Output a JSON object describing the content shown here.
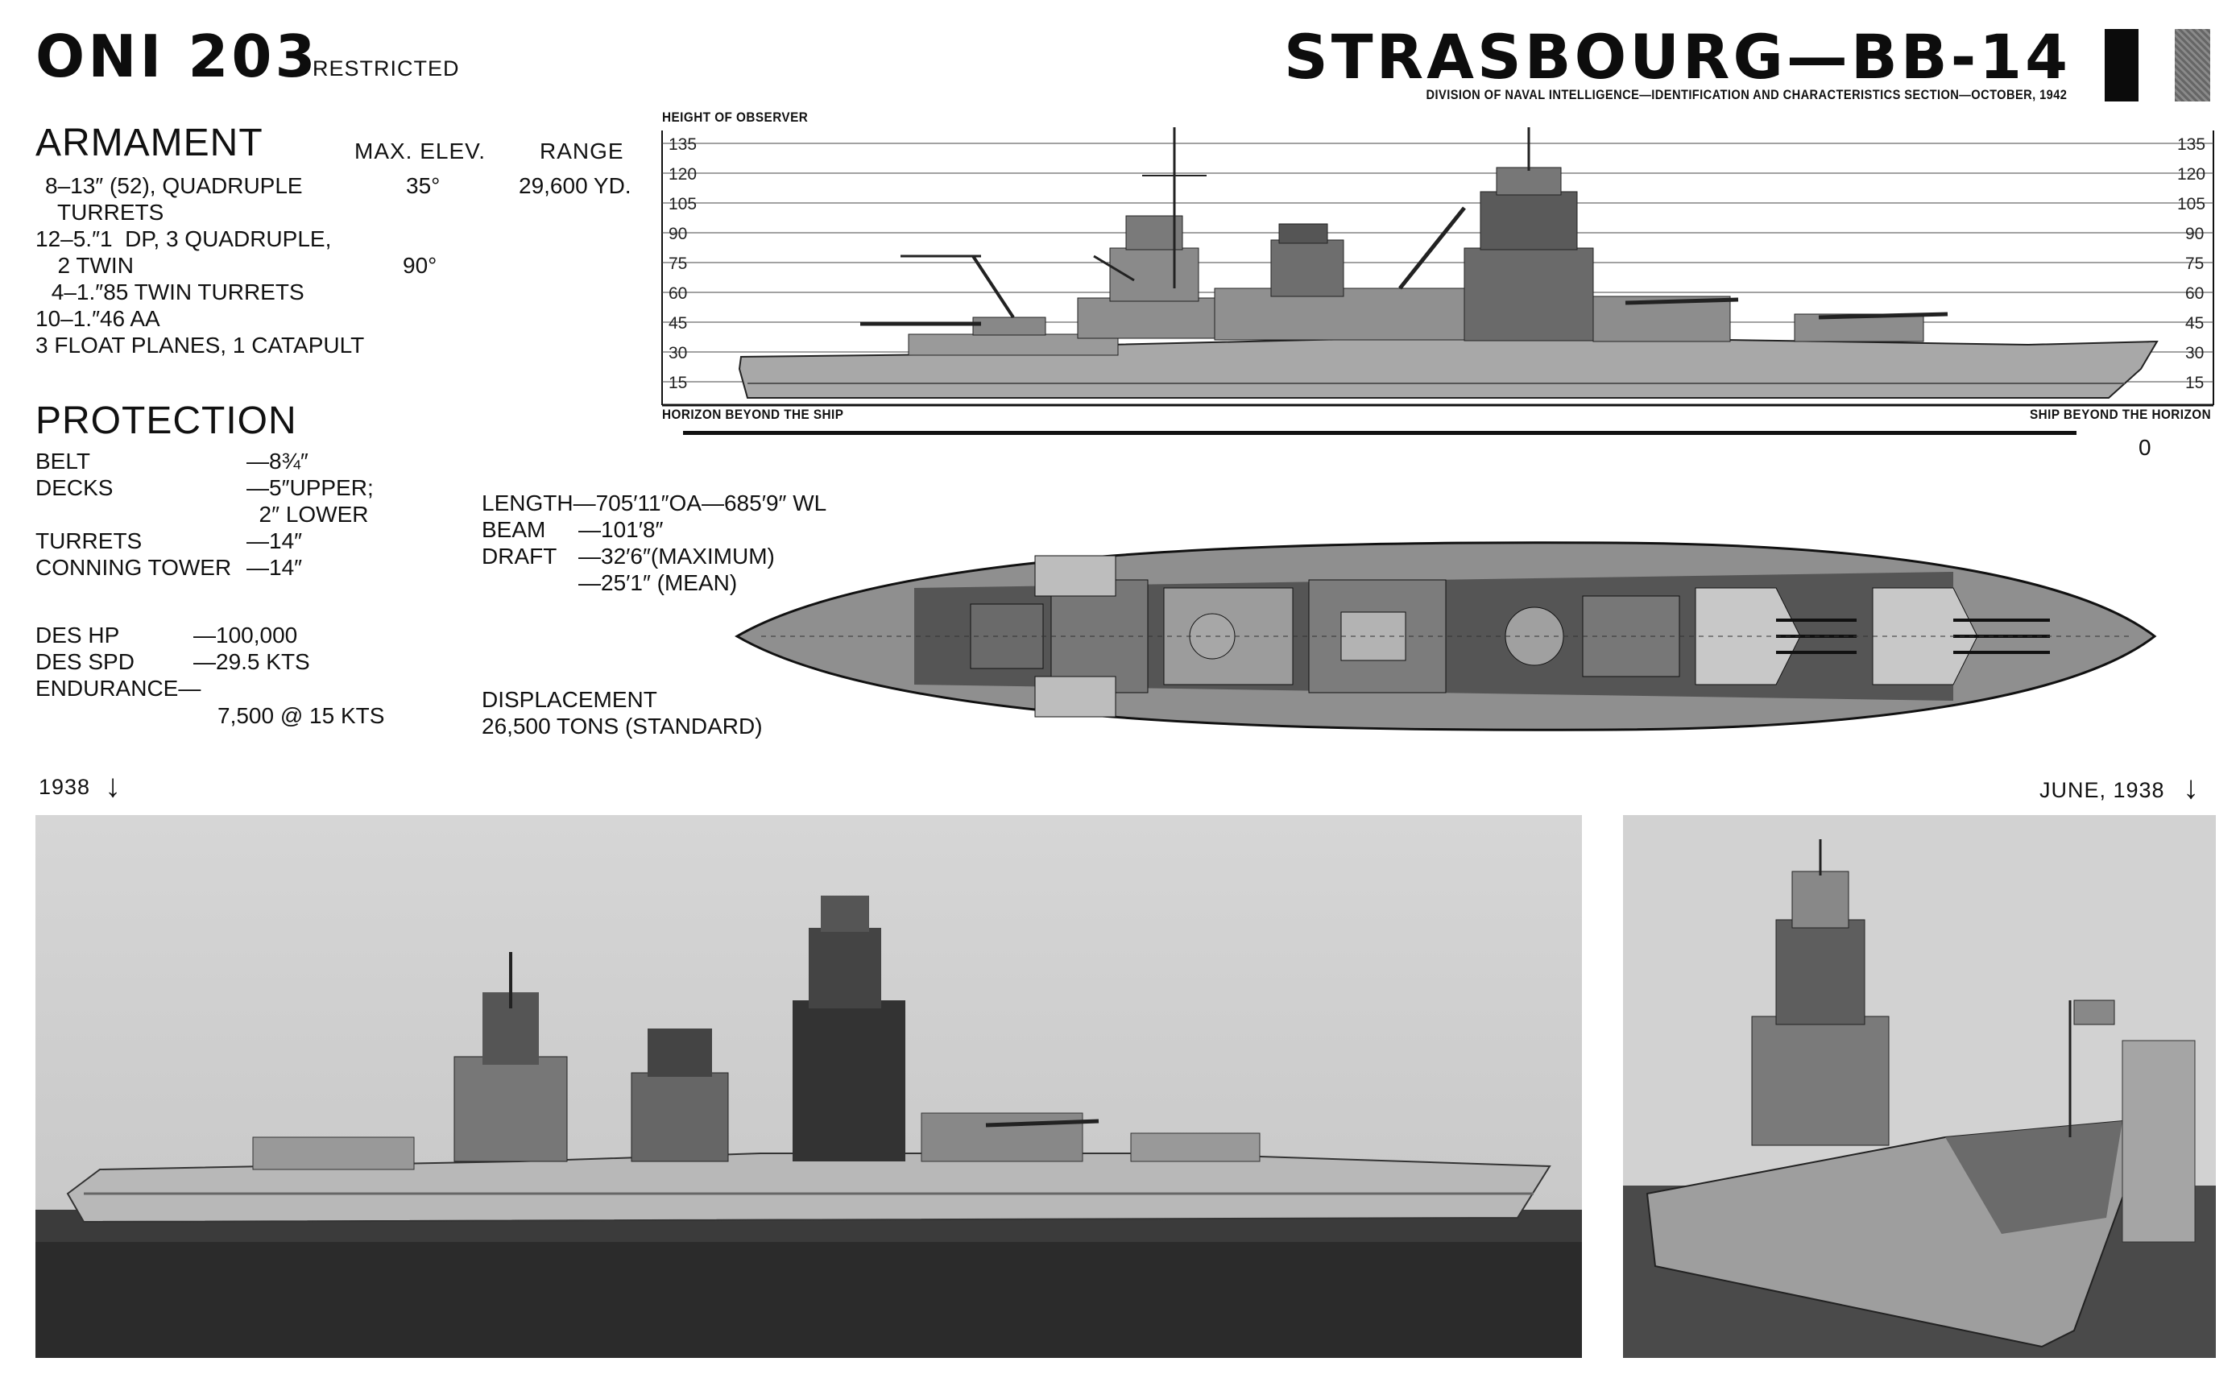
{
  "header": {
    "doc_id": "ONI 203",
    "classification": "RESTRICTED",
    "title": "STRASBOURG—BB-14",
    "subtitle": "DIVISION OF NAVAL INTELLIGENCE—IDENTIFICATION AND CHARACTERISTICS SECTION—OCTOBER, 1942"
  },
  "armament": {
    "heading": "ARMAMENT",
    "col_elev": "MAX. ELEV.",
    "col_range": "RANGE",
    "rows": [
      {
        "text": "8–13″ (52), QUADRUPLE",
        "elev": "35°",
        "range": "29,600 YD."
      },
      {
        "text": "  TURRETS",
        "elev": "",
        "range": ""
      },
      {
        "text": "12–5.″1  DP, 3 QUADRUPLE,",
        "elev": "",
        "range": ""
      },
      {
        "text": "  2 TWIN",
        "elev": "90°",
        "range": ""
      },
      {
        "text": " 4–1.″85 TWIN TURRETS",
        "elev": "",
        "range": ""
      },
      {
        "text": "10–1.″46 AA",
        "elev": "",
        "range": ""
      },
      {
        "text": "3 FLOAT PLANES, 1 CATAPULT",
        "elev": "",
        "range": ""
      }
    ]
  },
  "protection": {
    "heading": "PROTECTION",
    "rows": [
      {
        "label": "BELT",
        "value": "—8¾″"
      },
      {
        "label": "DECKS",
        "value": "—5″UPPER;"
      },
      {
        "label": "",
        "value": "  2″ LOWER"
      },
      {
        "label": "TURRETS",
        "value": "—14″"
      },
      {
        "label": "CONNING TOWER",
        "value": "—14″"
      }
    ]
  },
  "performance": {
    "hp_label": "DES HP",
    "hp_value": "—100,000",
    "spd_label": "DES SPD",
    "spd_value": "—29.5 KTS",
    "endurance_label": "ENDURANCE—",
    "endurance_value": "7,500 @ 15 KTS"
  },
  "dimensions": {
    "length": "LENGTH—705′11″OA—685′9″ WL",
    "beam_label": "BEAM",
    "beam_value": "—101′8″",
    "draft_label": "DRAFT",
    "draft_value": "—32′6″(MAXIMUM)",
    "draft_mean": "—25′1″ (MEAN)",
    "displacement_label": "DISPLACEMENT",
    "displacement_value": "26,500 TONS (STANDARD)"
  },
  "silhouette_chart": {
    "top_label": "HEIGHT OF OBSERVER",
    "left_bottom": "HORIZON BEYOND THE SHIP",
    "right_bottom": "SHIP BEYOND THE HORIZON",
    "zero": "0",
    "ticks": [
      "135",
      "120",
      "105",
      "90",
      "75",
      "60",
      "45",
      "30",
      "15"
    ]
  },
  "photos": [
    {
      "caption": "1938"
    },
    {
      "caption": "JUNE, 1938"
    }
  ],
  "colors": {
    "ink": "#111111",
    "paper": "#ffffff",
    "hull": "#9a9a9a",
    "sea": "#3a3a3a"
  }
}
